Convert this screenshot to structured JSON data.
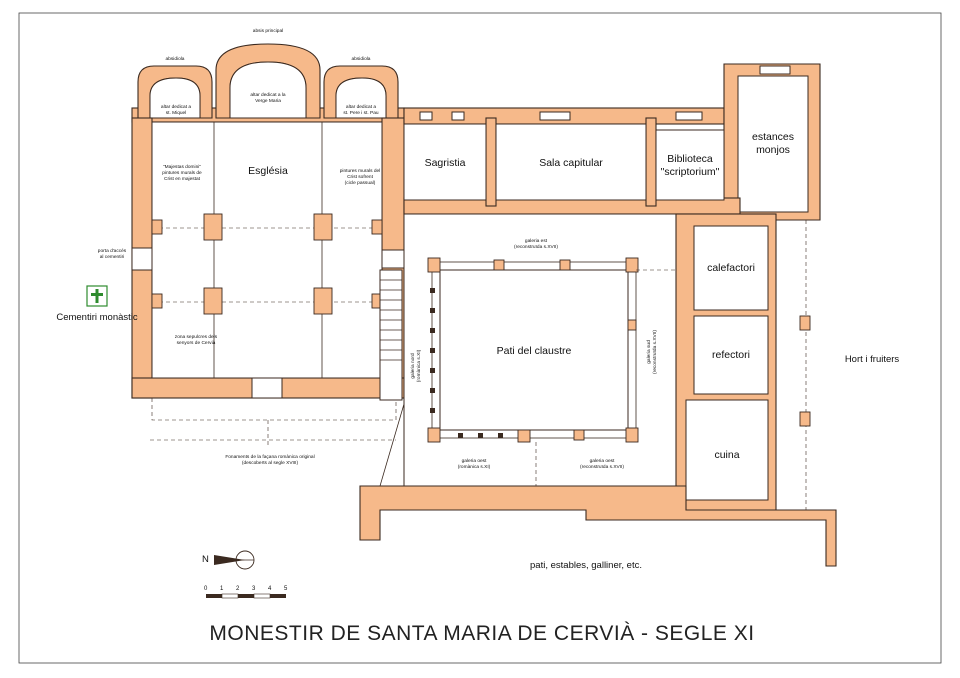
{
  "title": "MONESTIR DE SANTA MARIA DE CERVIÀ - SEGLE XI",
  "rooms": {
    "esglesia": "Església",
    "sagristia": "Sagristia",
    "sala_capitular": "Sala capitular",
    "biblioteca_l1": "Biblioteca",
    "biblioteca_l2": "\"scriptorium\"",
    "estances_l1": "estances",
    "estances_l2": "monjos",
    "calefactori": "calefactori",
    "refectori": "refectori",
    "cuina": "cuina",
    "pati_claustre": "Pati del claustre",
    "cementiri": "Cementiri monàstic",
    "hort": "Hort i fruiters",
    "pati_estables": "pati, estables, galliner, etc."
  },
  "small_labels": {
    "absis_principal": "absis principal",
    "absidiola_left": "absidiola",
    "absidiola_right": "absidiola",
    "altar_miquel_l1": "altar dedicat a",
    "altar_miquel_l2": "st. Miquel",
    "altar_maria_l1": "altar dedicat a la",
    "altar_maria_l2": "Verge Maria",
    "altar_pere_l1": "altar dedicat a",
    "altar_pere_l2": "st. Pere i st. Pau",
    "majestas_l1": "\"Majestas domini\"",
    "majestas_l2": "pintures murals de",
    "majestas_l3": "Crist en majestat",
    "crist_l1": "pintures murals del",
    "crist_l2": "Crist sofrent",
    "crist_l3": "(cicle passual)",
    "porta_l1": "porta d'accés",
    "porta_l2": "al cementiri",
    "sepulcres_l1": "zona sepulcres dels",
    "sepulcres_l2": "senyors de Cervià",
    "fonaments_l1": "Fonaments de la façana romànica original",
    "fonaments_l2": "(descoberts al segle XVIII)",
    "galeria_est_l1": "galeria est",
    "galeria_est_l2": "(reconstruïda s.XVII)",
    "galeria_nord_l1": "galeria nord",
    "galeria_nord_l2": "(romànica s.XI)",
    "galeria_sud_l1": "galeria sud",
    "galeria_sud_l2": "(reconstruïda s.XVII)",
    "galeria_oest1_l1": "galeria oest",
    "galeria_oest1_l2": "(romànica s.XI)",
    "galeria_oest2_l1": "galeria oest",
    "galeria_oest2_l2": "(reconstruïda s.XVII)"
  },
  "north_label": "N",
  "scale_labels": [
    "0",
    "1",
    "2",
    "3",
    "4",
    "5"
  ],
  "colors": {
    "wall_fill": "#f6b98a",
    "outline": "#3b2a20",
    "cross_green": "#2e8b2e"
  },
  "icons": {
    "cemetery": "cross-icon",
    "compass": "north-arrow-icon"
  }
}
